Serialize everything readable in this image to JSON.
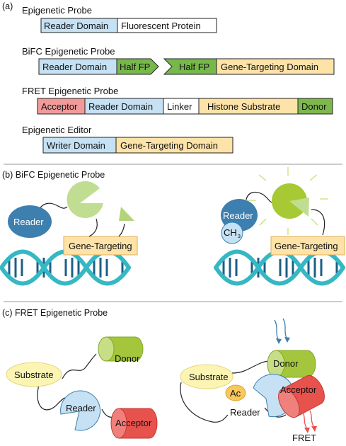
{
  "panel_a": {
    "label": "(a)",
    "probes": [
      {
        "title": "Epigenetic Probe",
        "domains": [
          "Reader Domain",
          "Fluorescent Protein"
        ]
      },
      {
        "title": "BiFC Epigenetic Probe",
        "domains": [
          "Reader Domain",
          "Half FP",
          "Half FP",
          "Gene-Targeting Domain"
        ]
      },
      {
        "title": "FRET Epigenetic Probe",
        "domains": [
          "Acceptor",
          "Reader Domain",
          "Linker",
          "Histone Substrate",
          "Donor"
        ]
      },
      {
        "title": "Epigenetic Editor",
        "domains": [
          "Writer Domain",
          "Gene-Targeting Domain"
        ]
      }
    ]
  },
  "panel_b": {
    "label": "(b) BiFC Epigenetic Probe",
    "left": {
      "reader": "Reader",
      "targeting": "Gene-Targeting"
    },
    "right": {
      "reader": "Reader",
      "mark": "CH",
      "mark_sub": "3",
      "targeting": "Gene-Targeting"
    }
  },
  "panel_c": {
    "label": "(c) FRET Epigenetic Probe",
    "left": {
      "substrate": "Substrate",
      "donor": "Donor",
      "reader": "Reader",
      "acceptor": "Acceptor"
    },
    "right": {
      "substrate": "Substrate",
      "mark": "Ac",
      "donor": "Donor",
      "reader": "Reader",
      "acceptor": "Acceptor",
      "fret": "FRET"
    }
  },
  "colors": {
    "reader_blue": "#c5e1f3",
    "fp_white": "#ffffff",
    "half_fp_green": "#77b84a",
    "targeting_yellow": "#fde3a8",
    "acceptor_red": "#f19a9a",
    "donor_green": "#7db84c",
    "reader_dark_blue": "#3d7fae",
    "fp_light_green": "#c0dd92",
    "fp_bright_green": "#a6c934",
    "dna_teal": "#36b8c4",
    "dna_dark": "#1b5f86",
    "substrate_yellow": "#fbf4b3",
    "ac_orange": "#f9c85c",
    "cylinder_red": "#e8524d",
    "cylinder_green": "#a3c63c"
  }
}
